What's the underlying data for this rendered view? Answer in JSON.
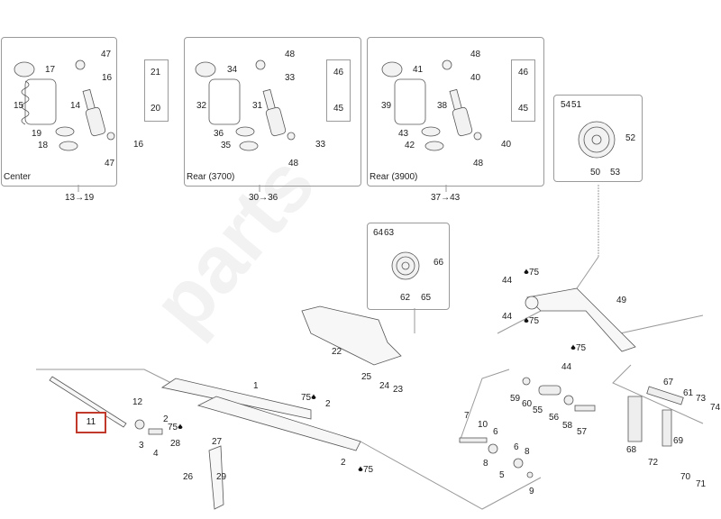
{
  "diagram": {
    "type": "exploded-parts-diagram",
    "panels": [
      {
        "id": "center",
        "caption": "Center",
        "range_label": "13→19",
        "labels": {
          "47a": "47",
          "17": "17",
          "16a": "16",
          "21": "21",
          "15": "15",
          "14": "14",
          "20": "20",
          "19": "19",
          "18": "18",
          "16b": "16",
          "47b": "47"
        }
      },
      {
        "id": "rear-3700",
        "caption": "Rear (3700)",
        "range_label": "30→36",
        "labels": {
          "48a": "48",
          "34": "34",
          "33a": "33",
          "46": "46",
          "32": "32",
          "31": "31",
          "45": "45",
          "36": "36",
          "35": "35",
          "33b": "33",
          "48b": "48"
        }
      },
      {
        "id": "rear-3900",
        "caption": "Rear (3900)",
        "range_label": "37→43",
        "labels": {
          "48a": "48",
          "41": "41",
          "40a": "40",
          "46": "46",
          "39": "39",
          "38": "38",
          "45": "45",
          "43": "43",
          "42": "42",
          "40b": "40",
          "48b": "48"
        }
      },
      {
        "id": "idler-wheel-upper",
        "labels": {
          "54": "54",
          "51": "51",
          "52": "52",
          "50": "50",
          "53": "53"
        }
      },
      {
        "id": "idler-wheel-mid",
        "labels": {
          "64": "64",
          "63": "63",
          "66": "66",
          "62": "62",
          "65": "65"
        }
      }
    ],
    "callouts": {
      "p1": "1",
      "p2a": "2",
      "p2b": "2",
      "p2c": "2",
      "p3": "3",
      "p4": "4",
      "p5": "5",
      "p6a": "6",
      "p6b": "6",
      "p7": "7",
      "p8a": "8",
      "p8b": "8",
      "p9": "9",
      "p10": "10",
      "p11": "11",
      "p12": "12",
      "p22": "22",
      "p23": "23",
      "p24": "24",
      "p25": "25",
      "p26": "26",
      "p27": "27",
      "p28": "28",
      "p29": "29",
      "p44a": "44",
      "p44b": "44",
      "p44c": "44",
      "p49": "49",
      "p55": "55",
      "p56": "56",
      "p57": "57",
      "p58": "58",
      "p59": "59",
      "p60": "60",
      "p61": "61",
      "p67": "67",
      "p68": "68",
      "p69": "69",
      "p70": "70",
      "p71": "71",
      "p72": "72",
      "p73": "73",
      "p74": "74",
      "p75a": "75",
      "p75b": "75",
      "p75c": "75",
      "p75d": "75",
      "p75e": "75",
      "p75f": "75"
    },
    "highlighted_part": "11",
    "highlight_color": "#c0392b",
    "line_color": "#9a9a9a",
    "grease_icon": "oil-drop-icon"
  }
}
